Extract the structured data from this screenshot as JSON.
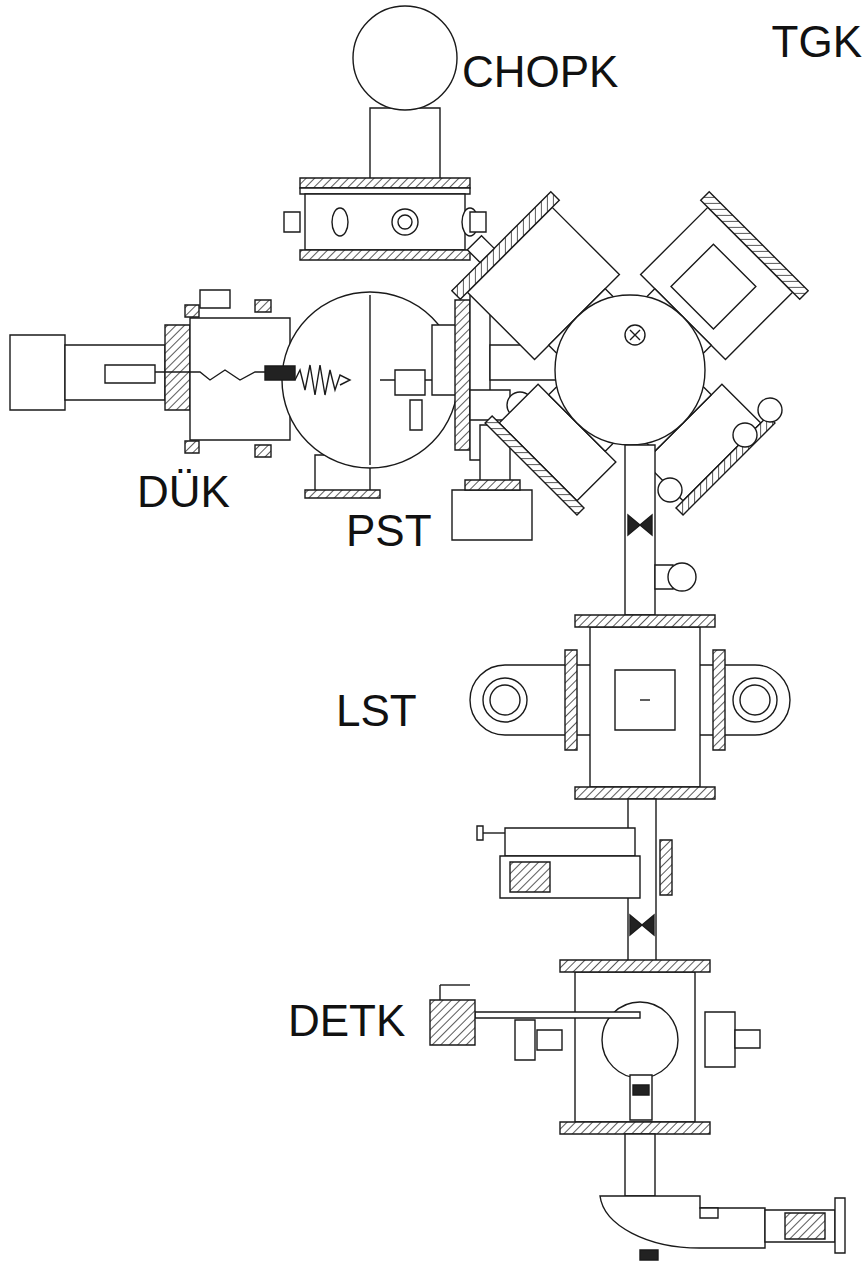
{
  "diagram": {
    "labels": [
      "CHOPK",
      "TGK",
      "DÜK",
      "PST",
      "LST",
      "DETK"
    ]
  }
}
